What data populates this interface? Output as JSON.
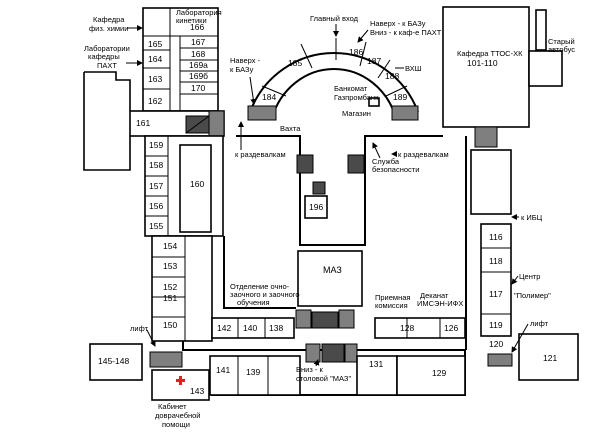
{
  "rooms": {
    "r166": "166",
    "r165": "165",
    "r167": "167",
    "r164": "164",
    "r168": "168",
    "r163": "163",
    "r169a": "169а",
    "r169b": "169б",
    "r170": "170",
    "r162": "162",
    "r161": "161",
    "r159": "159",
    "r158": "158",
    "r157": "157",
    "r156": "156",
    "r155": "155",
    "r160": "160",
    "r154": "154",
    "r153": "153",
    "r152": "152",
    "r151": "151",
    "r150": "150",
    "r145_148": "145-148",
    "r143": "143",
    "r142": "142",
    "r140": "140",
    "r138": "138",
    "r141": "141",
    "r139": "139",
    "r131": "131",
    "r129": "129",
    "r128": "128",
    "r126": "126",
    "r184": "184",
    "r185": "185",
    "r186": "186",
    "r187": "187",
    "r188": "188",
    "r189": "189",
    "r196": "196",
    "r116": "116",
    "r118": "118",
    "r117": "117",
    "r119": "119",
    "r120": "120",
    "r121": "121",
    "r101_110": "101-110"
  },
  "labels": {
    "kafedra_fiz_1": "Кафедра",
    "kafedra_fiz_2": "физ. химии",
    "lab_pakht_1": "Лаборатории",
    "lab_pakht_2": "кафедры",
    "lab_pakht_3": "ПАХТ",
    "lab_kinetics_1": "Лаборатория",
    "lab_kinetics_2": "кинетики",
    "main_entrance": "Главный вход",
    "up_bazu_1": "Наверх - к БАЗу",
    "down_cafe": "Вниз - к каф-е ПАХТ",
    "up_bazu_left_1": "Наверх -",
    "up_bazu_left_2": "к БАЗу",
    "vkhsh": "ВХШ",
    "atm_1": "Банкомат",
    "atm_2": "Газпромбанк",
    "shop": "Магазин",
    "vakhta": "Вахта",
    "to_cloak_left": "к раздевалкам",
    "to_cloak_right": "к раздевалкам",
    "security_1": "Служба",
    "security_2": "безопасности",
    "kafedra_ttos": "Кафедра ТТОС-ХК",
    "old_bus_1": "Старый",
    "old_bus_2": "автобус",
    "to_ibc": "к ИБЦ",
    "maz": "МАЗ",
    "otdelenie_1": "Отделение очно-",
    "otdelenie_2": "заочного и заочного",
    "otdelenie_3": "обучения",
    "priemnaya_1": "Приемная",
    "priemnaya_2": "комиссия",
    "dekanat_1": "Деканат",
    "dekanat_2": "ИМСЭН-ИФХ",
    "center_1": "Центр",
    "center_2": "\"Полимер\"",
    "lift_left": "лифт",
    "lift_right": "лифт",
    "down_maz_1": "Вниз - к",
    "down_maz_2": "столовой \"МАЗ\"",
    "clinic_1": "Кабинет",
    "clinic_2": "доврачебной",
    "clinic_3": "помощи"
  },
  "colors": {
    "stair": "#7f7f7f",
    "dark": "#4a4a4a",
    "cross": "#e02020"
  },
  "icons": {
    "first_aid": "red-cross-icon"
  }
}
